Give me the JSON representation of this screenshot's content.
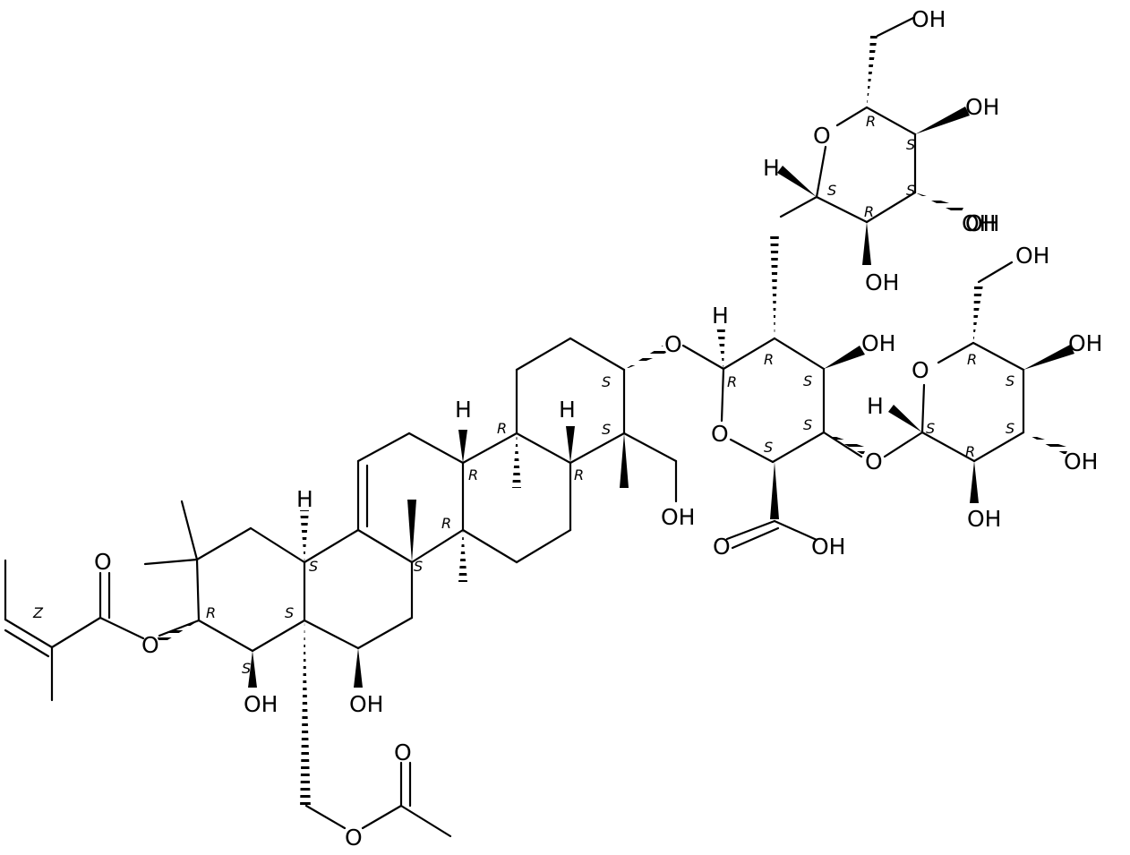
{
  "diagram": {
    "type": "chemical-structure",
    "atom_labels": [
      "OH",
      "OH",
      "O",
      "H",
      "OH",
      "OH",
      "OH",
      "H",
      "OH",
      "OH",
      "OH",
      "OH",
      "O",
      "O",
      "OH",
      "H",
      "H",
      "H",
      "OH",
      "O",
      "O",
      "OH",
      "O",
      "O",
      "OH",
      "H",
      "O",
      "OH",
      "OH",
      "O",
      "O"
    ],
    "stereo_labels": [
      "R",
      "S",
      "S",
      "S",
      "R",
      "R",
      "S",
      "S",
      "S",
      "S",
      "R",
      "S",
      "S",
      "R",
      "S",
      "S",
      "R",
      "R",
      "S",
      "R",
      "S",
      "R",
      "R",
      "R",
      "S",
      "S",
      "Z"
    ]
  }
}
